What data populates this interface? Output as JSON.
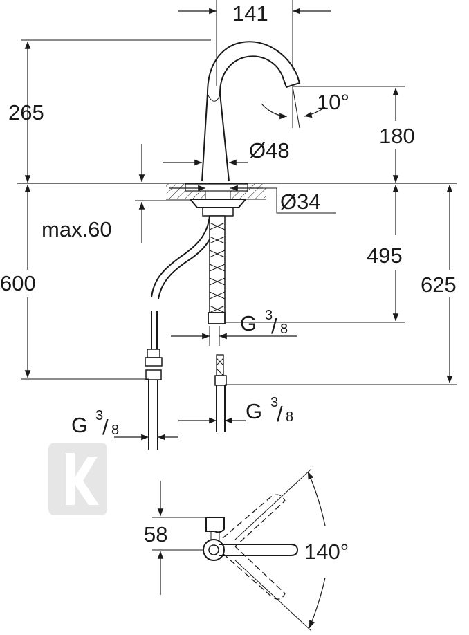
{
  "dimensions": {
    "top_width": "141",
    "total_height_above_deck": "265",
    "spout_angle": "10°",
    "spout_height": "180",
    "body_diameter": "Ø48",
    "mount_hole_diameter": "Ø34",
    "max_deck_thickness": "max.60",
    "hose_length_left": "600",
    "flex_length": "495",
    "flex_length_total": "625",
    "thread_g": "G",
    "thread_num": "3",
    "thread_den": "8",
    "handle_offset": "58",
    "handle_rotation": "140°"
  },
  "colors": {
    "line": "#1a1a1a",
    "watermark": "#e6e6e6"
  },
  "watermark": {
    "icon": "brand-logo-watermark"
  }
}
